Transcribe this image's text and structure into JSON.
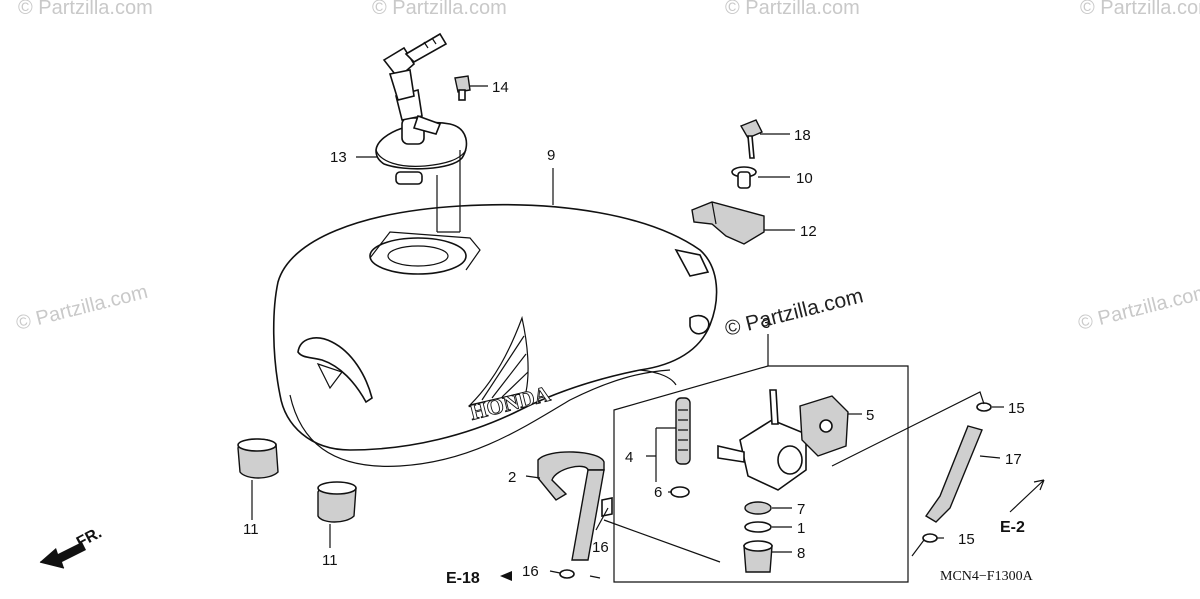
{
  "callouts": {
    "c1": "1",
    "c2": "2",
    "c3": "3",
    "c4": "4",
    "c5": "5",
    "c6": "6",
    "c7": "7",
    "c8": "8",
    "c9": "9",
    "c10": "10",
    "c11a": "11",
    "c11b": "11",
    "c12": "12",
    "c13": "13",
    "c14": "14",
    "c15a": "15",
    "c15b": "15",
    "c16a": "16",
    "c16b": "16",
    "c17": "17",
    "c18": "18"
  },
  "refs": {
    "e18": "E-18",
    "e2": "E-2"
  },
  "front_label": "FR.",
  "diagram_code": "MCN4−F1300A",
  "brand_text": "HONDA",
  "watermarks": {
    "main": "© Partzilla.com",
    "faint": "© Partzilla.com"
  },
  "colors": {
    "line": "#111111",
    "watermark": "#c9c9c9",
    "part_fill": "#ffffff",
    "shade": "#cfcfcf"
  }
}
